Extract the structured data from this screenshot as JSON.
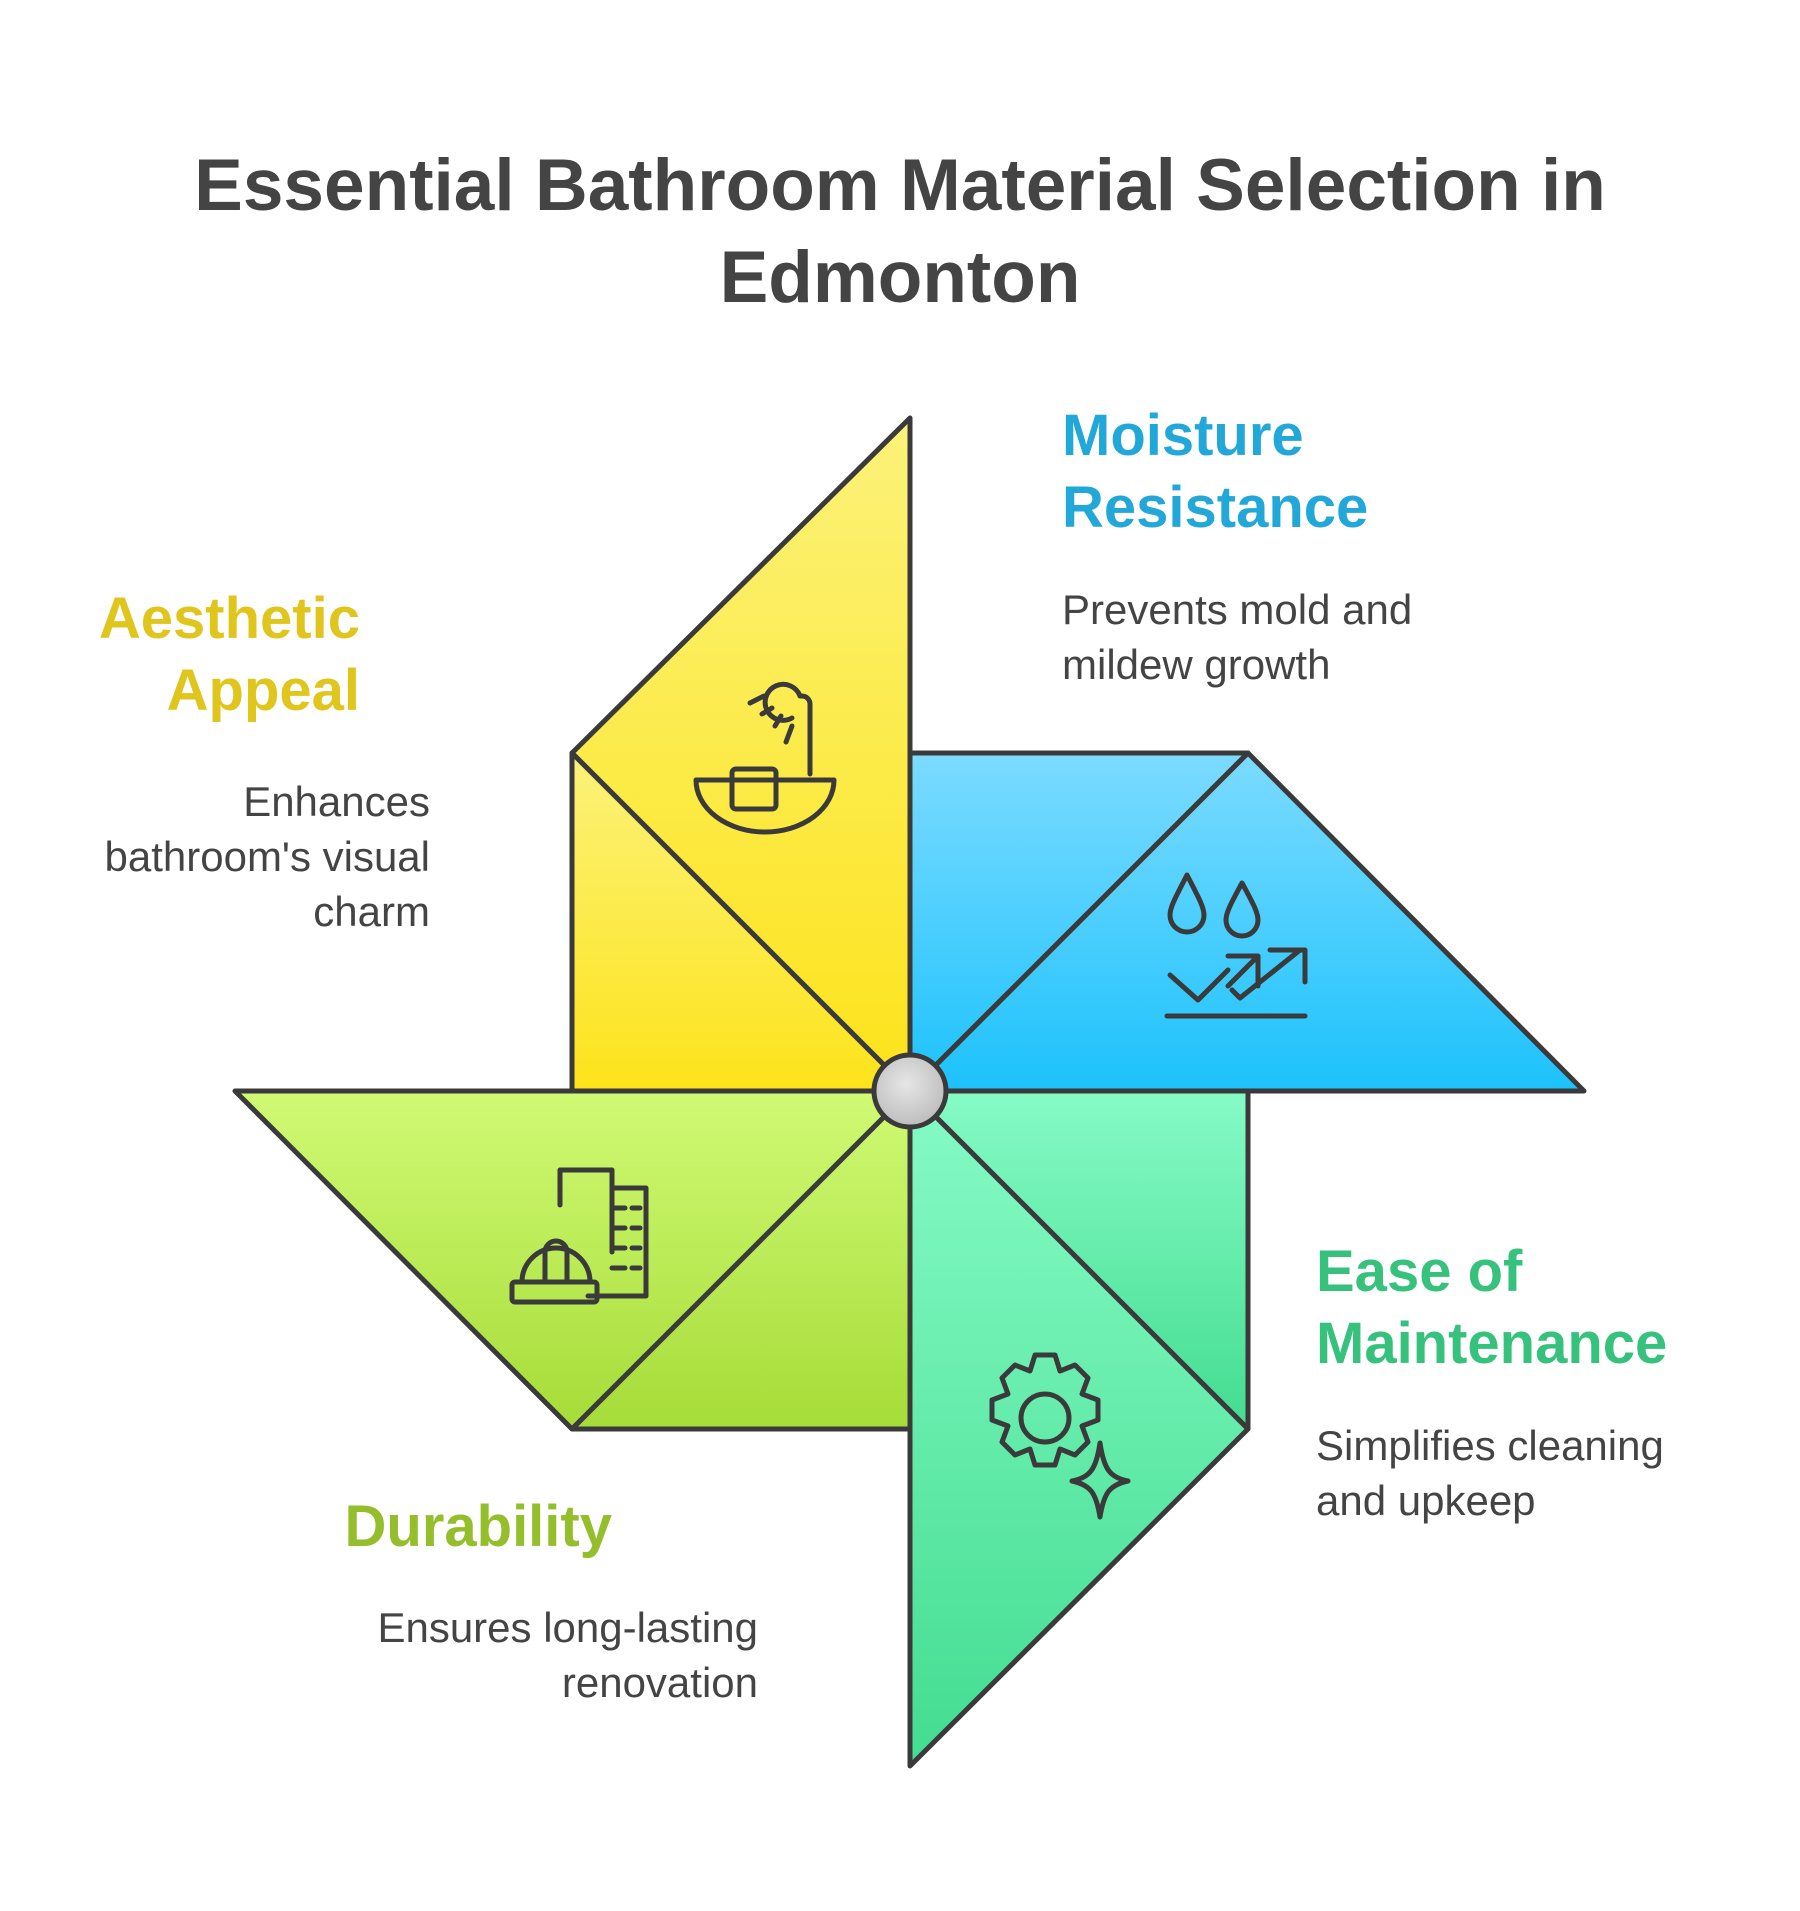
{
  "title": "Essential Bathroom Material Selection in Edmonton",
  "colors": {
    "aesthetic": "#E0C51C",
    "moisture": "#21A8D9",
    "maintenance": "#36C27C",
    "durability": "#94BE2B",
    "text": "#444444",
    "outline": "#3A3A3A"
  },
  "sections": {
    "aesthetic": {
      "heading": "Aesthetic Appeal",
      "description": "Enhances bathroom's visual charm",
      "icon": "bathtub-shower-icon"
    },
    "moisture": {
      "heading": "Moisture Resistance",
      "description": "Prevents mold and mildew growth",
      "icon": "water-drops-resistance-icon"
    },
    "maintenance": {
      "heading": "Ease of Maintenance",
      "description": "Simplifies cleaning and upkeep",
      "icon": "gear-sparkle-icon"
    },
    "durability": {
      "heading": "Durability",
      "description": "Ensures long-lasting renovation",
      "icon": "building-hardhat-icon"
    }
  }
}
